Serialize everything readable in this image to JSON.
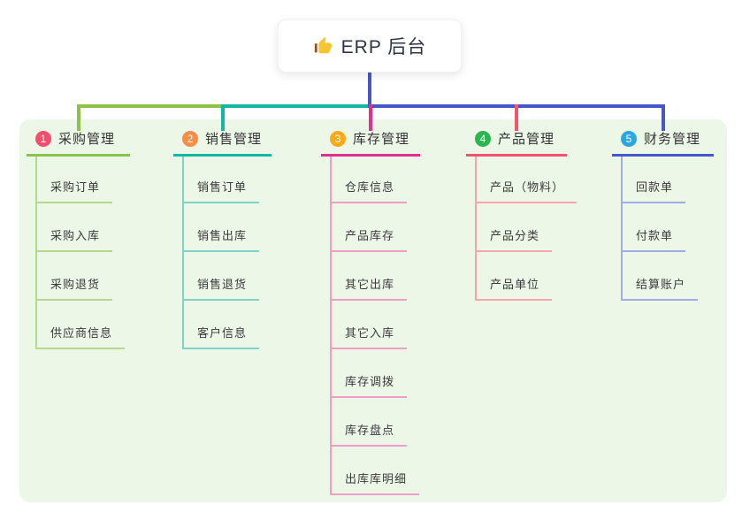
{
  "root": {
    "label": "ERP 后台",
    "icon": "thumbs-up-icon",
    "card_bg": "#ffffff",
    "trunk_color": "#4558c9"
  },
  "panel": {
    "bg_color": "#edf7e8"
  },
  "branches": [
    {
      "badge": "1",
      "badge_color": "#f0506e",
      "title": "采购管理",
      "color": "#8ac24a",
      "light_color": "#b4d98e",
      "children": [
        "采购订单",
        "采购入库",
        "采购退货",
        "供应商信息"
      ]
    },
    {
      "badge": "2",
      "badge_color": "#fb8c44",
      "title": "销售管理",
      "color": "#13b8a2",
      "light_color": "#7ed3c6",
      "children": [
        "销售订单",
        "销售出库",
        "销售退货",
        "客户信息"
      ]
    },
    {
      "badge": "3",
      "badge_color": "#fbab19",
      "title": "库存管理",
      "color": "#e02f90",
      "light_color": "#f29cc8",
      "children": [
        "仓库信息",
        "产品库存",
        "其它出库",
        "其它入库",
        "库存调拨",
        "库存盘点",
        "出库库明细"
      ]
    },
    {
      "badge": "4",
      "badge_color": "#2db552",
      "title": "产品管理",
      "color": "#f4536e",
      "light_color": "#f8a4ae",
      "children": [
        "产品（物料）",
        "产品分类",
        "产品单位"
      ]
    },
    {
      "badge": "5",
      "badge_color": "#2ba6df",
      "title": "财务管理",
      "color": "#4558c9",
      "light_color": "#9face5",
      "children": [
        "回款单",
        "付款单",
        "结算账户"
      ]
    }
  ]
}
